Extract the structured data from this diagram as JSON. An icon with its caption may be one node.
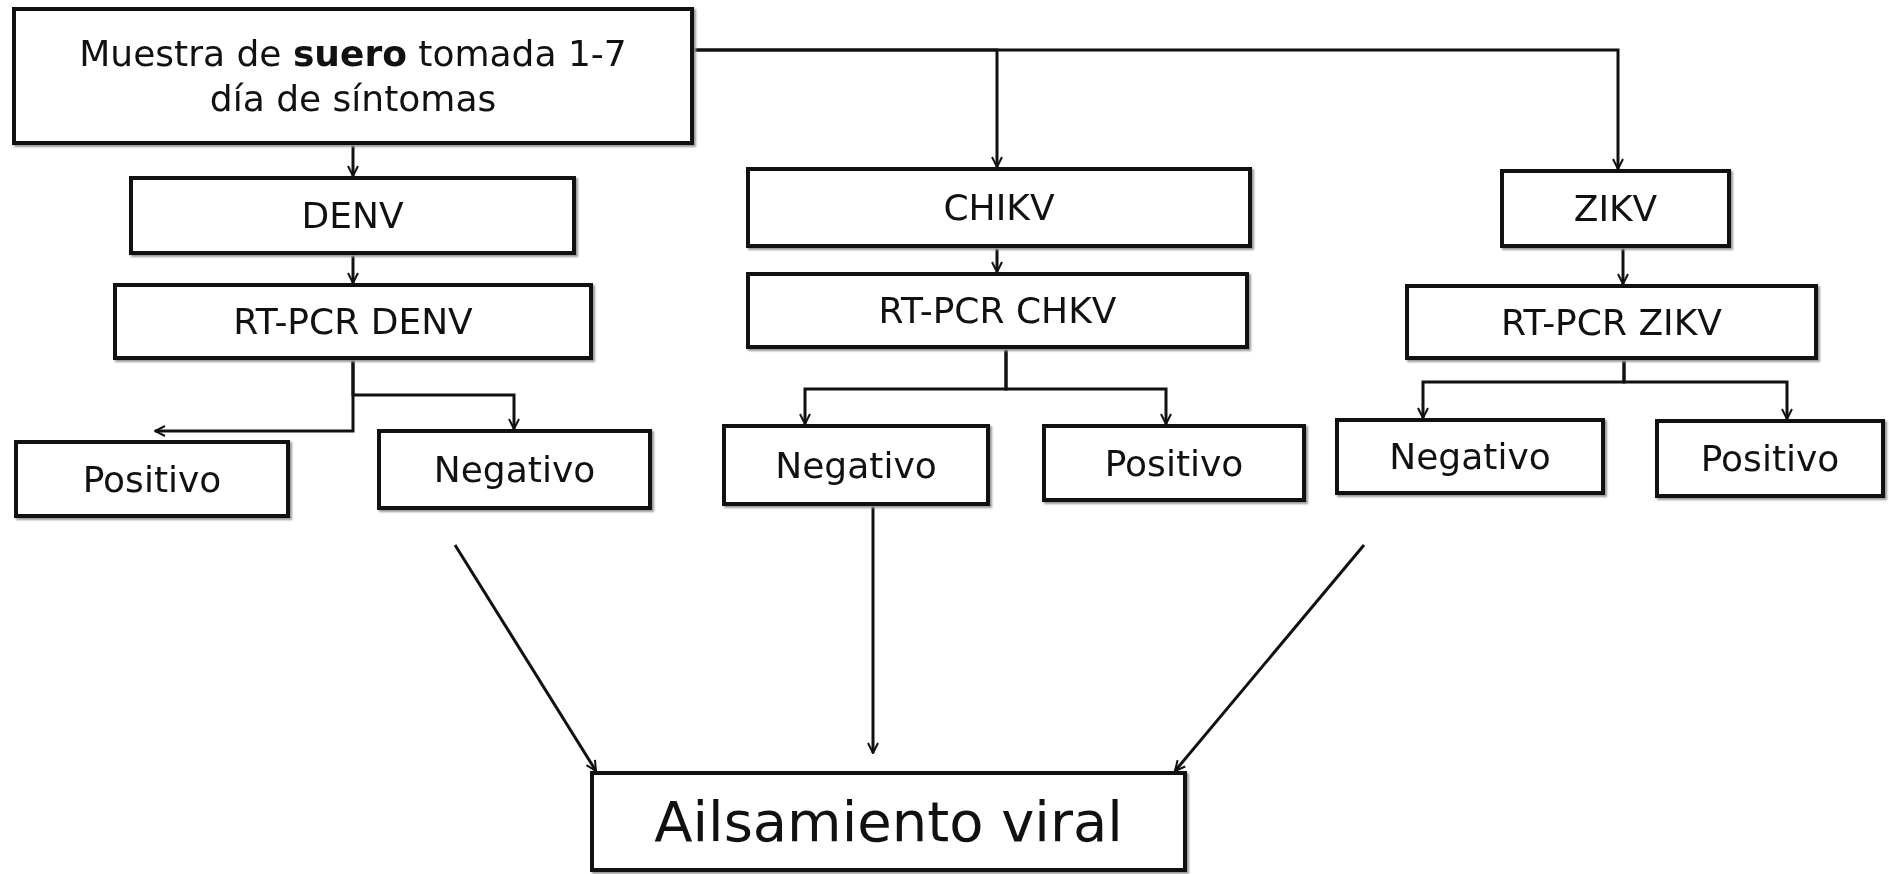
{
  "diagram": {
    "nodes": [
      {
        "text": [
          "Muestra de **suero** tomada 1-7 día de síntomas"
        ]
      },
      {
        "text": [
          "DENV"
        ]
      },
      {
        "text": [
          "CHIKV"
        ]
      },
      {
        "text": [
          "ZIKV"
        ]
      },
      {
        "text": [
          "RT-PCR DENV"
        ]
      },
      {
        "text": [
          "RT-PCR CHKV"
        ]
      },
      {
        "text": [
          "RT-PCR ZIKV"
        ]
      },
      {
        "text": [
          "Positivo"
        ]
      },
      {
        "text": [
          "Negativo"
        ]
      },
      {
        "text": [
          "Negativo"
        ]
      },
      {
        "text": [
          "Positivo"
        ]
      },
      {
        "text": [
          "Negativo"
        ]
      },
      {
        "text": [
          "Positivo"
        ]
      },
      {
        "text": [
          "Ailsamiento viral"
        ]
      }
    ],
    "edges": [
      {
        "from": 0,
        "to": 1,
        "arrow": "to"
      },
      {
        "from": 0,
        "to": 2,
        "arrow": "to"
      },
      {
        "from": 0,
        "to": 3,
        "arrow": "to"
      },
      {
        "from": 1,
        "to": 4,
        "arrow": "to"
      },
      {
        "from": 2,
        "to": 5,
        "arrow": "to"
      },
      {
        "from": 3,
        "to": 6,
        "arrow": "to"
      },
      {
        "from": 4,
        "to": 7,
        "arrow": "to"
      },
      {
        "from": 4,
        "to": 8,
        "arrow": "to"
      },
      {
        "from": 5,
        "to": 9,
        "arrow": "to"
      },
      {
        "from": 5,
        "to": 10,
        "arrow": "to"
      },
      {
        "from": 6,
        "to": 11,
        "arrow": "to"
      },
      {
        "from": 6,
        "to": 12,
        "arrow": "to"
      },
      {
        "from": 8,
        "to": 13,
        "arrow": "to"
      },
      {
        "from": 9,
        "to": 13,
        "arrow": "to"
      },
      {
        "from": 11,
        "to": 13,
        "arrow": "to"
      }
    ]
  }
}
